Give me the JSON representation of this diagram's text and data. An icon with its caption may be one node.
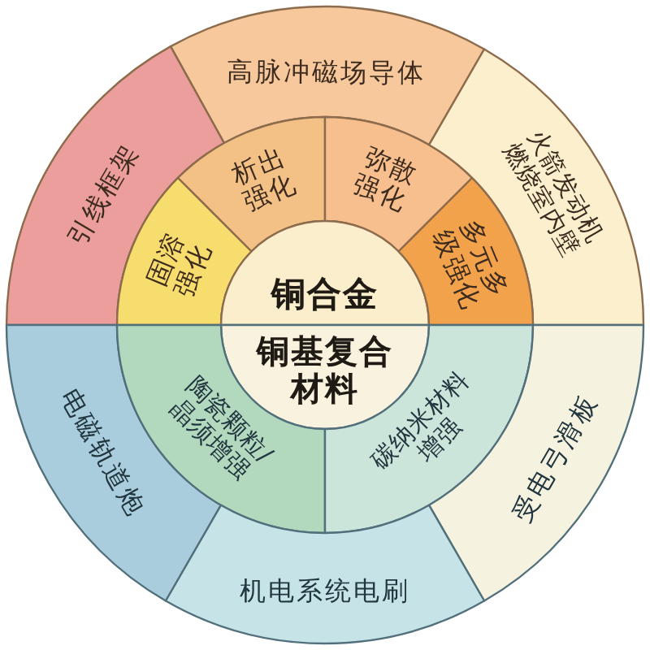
{
  "diagram": {
    "nodes": [
      {
        "text": [
          "高脉冲磁场导体"
        ]
      },
      {
        "text": [
          "引线框架"
        ]
      },
      {
        "text": [
          "析出强化"
        ]
      },
      {
        "text": [
          "弥散强化"
        ]
      },
      {
        "text": [
          "火箭发动机燃烧室内壁"
        ]
      },
      {
        "text": [
          "固溶强化"
        ]
      },
      {
        "text": [
          "铜合金"
        ]
      },
      {
        "text": [
          "多元多级强化"
        ]
      },
      {
        "text": [
          "铜基复合材料"
        ]
      },
      {
        "text": [
          "电磁轨道炮"
        ]
      },
      {
        "text": [
          "陶瓷颗粒/晶须增强"
        ]
      },
      {
        "text": [
          "碳纳米材料增强"
        ]
      },
      {
        "text": [
          "受电弓滑板"
        ]
      },
      {
        "text": [
          "机电系统电刷"
        ]
      }
    ]
  }
}
